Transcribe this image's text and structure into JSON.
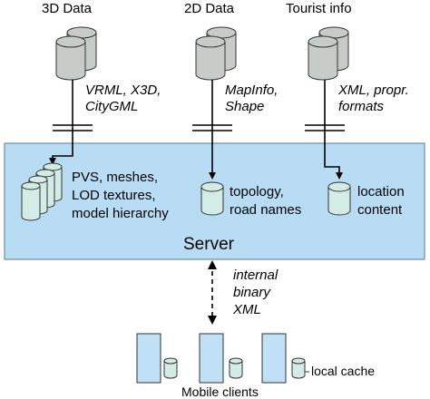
{
  "sources": [
    {
      "title": "3D Data",
      "formats": [
        "VRML, X3D,",
        "CityGML"
      ]
    },
    {
      "title": "2D Data",
      "formats": [
        "MapInfo,",
        "Shape"
      ]
    },
    {
      "title": "Tourist info",
      "formats": [
        "XML, propr.",
        "formats"
      ]
    }
  ],
  "server": {
    "title": "Server",
    "stores": [
      {
        "lines": [
          "PVS, meshes,",
          "LOD textures,",
          "model hierarchy"
        ]
      },
      {
        "lines": [
          "topology,",
          "road names"
        ]
      },
      {
        "lines": [
          "location",
          "content"
        ]
      }
    ]
  },
  "connection": {
    "lines": [
      "internal",
      "binary",
      "XML"
    ]
  },
  "clients": {
    "title": "Mobile clients",
    "cache_label": "local cache"
  },
  "colors": {
    "server_fill": "#b8dcf4",
    "cylinder_fill": "#c8ccc8",
    "store_fill": "#d4ece6",
    "client_fill": "#c0e0f6"
  }
}
